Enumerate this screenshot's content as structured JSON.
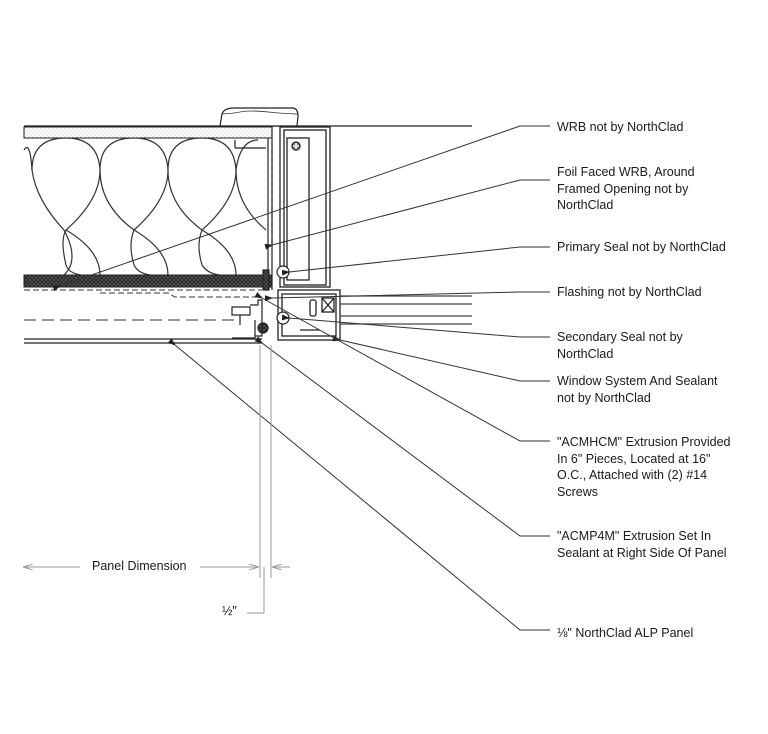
{
  "title": "Window head detail - NorthClad ALP panel",
  "callouts": [
    {
      "id": "wrb",
      "text": "WRB not by NorthClad"
    },
    {
      "id": "foil-wrb",
      "text": "Foil Faced WRB, Around\nFramed Opening not by\nNorthClad"
    },
    {
      "id": "primary-seal",
      "text": "Primary Seal not by NorthClad"
    },
    {
      "id": "flashing",
      "text": "Flashing not by NorthClad"
    },
    {
      "id": "secondary-seal",
      "text": "Secondary Seal not by\nNorthClad"
    },
    {
      "id": "window-system",
      "text": "Window System And Sealant\nnot by NorthClad"
    },
    {
      "id": "acmhcm",
      "text": "\"ACMHCM\" Extrusion Provided\nIn 6\" Pieces, Located at 16\"\nO.C., Attached with (2) #14\nScrews"
    },
    {
      "id": "acmp4m",
      "text": "\"ACMP4M\" Extrusion Set In\nSealant at Right Side Of Panel"
    },
    {
      "id": "alp-panel",
      "text": "⅛\" NorthClad ALP Panel"
    }
  ],
  "dimensions": {
    "panel_dimension": "Panel Dimension",
    "gap": "½\""
  },
  "colors": {
    "line": "#222222",
    "dim_line": "#999999",
    "hatch": "#333333"
  }
}
